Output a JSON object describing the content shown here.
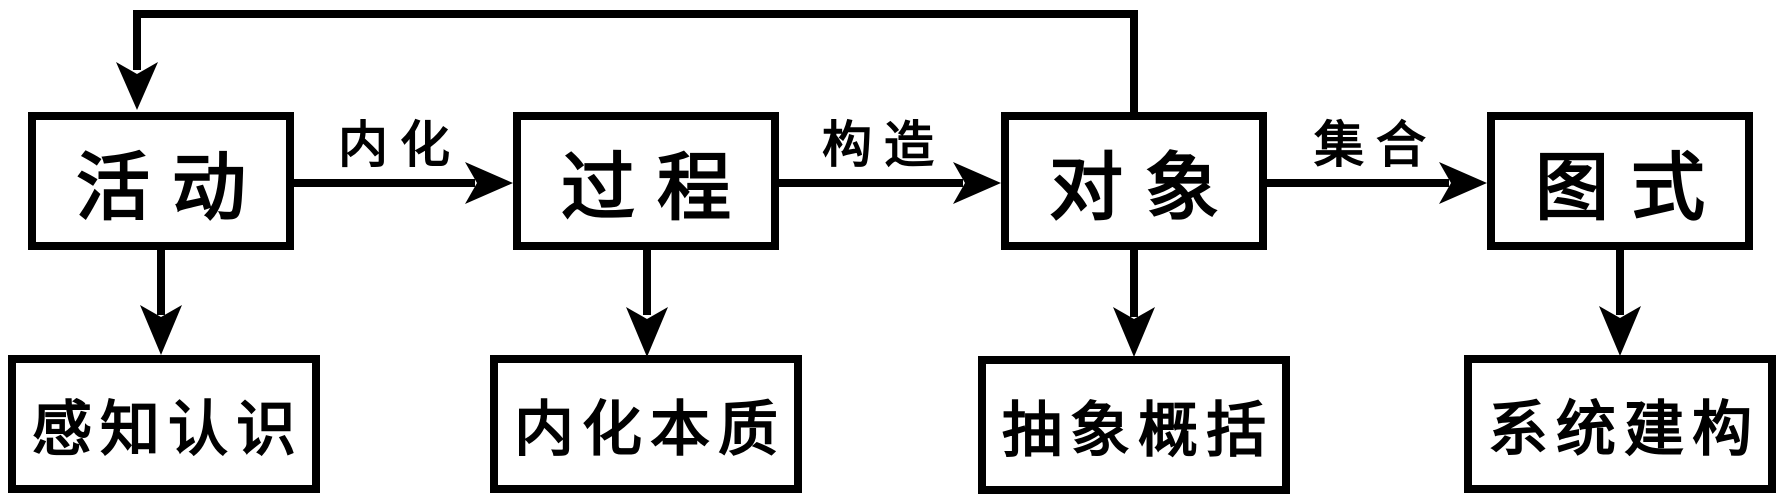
{
  "colors": {
    "line": "#000000",
    "background": "#ffffff",
    "text": "#000000"
  },
  "diagram": {
    "description": "Flowchart of four stages with transition labels, a feedback loop, and four outcome boxes",
    "nodes": [
      {
        "id": "activity",
        "label": "活动",
        "row": "top"
      },
      {
        "id": "process",
        "label": "过程",
        "row": "top"
      },
      {
        "id": "object",
        "label": "对象",
        "row": "top"
      },
      {
        "id": "schema",
        "label": "图式",
        "row": "top"
      },
      {
        "id": "perceptual-cognition",
        "label": "感知认识",
        "row": "bottom"
      },
      {
        "id": "internalize-essence",
        "label": "内化本质",
        "row": "bottom"
      },
      {
        "id": "abstract-generalization",
        "label": "抽象概括",
        "row": "bottom"
      },
      {
        "id": "system-construction",
        "label": "系统建构",
        "row": "bottom"
      }
    ],
    "edges": [
      {
        "from": "activity",
        "to": "process",
        "label": "内化",
        "type": "labeled-arrow"
      },
      {
        "from": "process",
        "to": "object",
        "label": "构造",
        "type": "labeled-arrow"
      },
      {
        "from": "object",
        "to": "schema",
        "label": "集合",
        "type": "labeled-arrow"
      },
      {
        "from": "object",
        "to": "activity",
        "label": "",
        "type": "feedback-arrow"
      },
      {
        "from": "activity",
        "to": "perceptual-cognition",
        "label": "",
        "type": "down-arrow"
      },
      {
        "from": "process",
        "to": "internalize-essence",
        "label": "",
        "type": "down-arrow"
      },
      {
        "from": "object",
        "to": "abstract-generalization",
        "label": "",
        "type": "down-arrow"
      },
      {
        "from": "schema",
        "to": "system-construction",
        "label": "",
        "type": "down-arrow"
      }
    ]
  }
}
